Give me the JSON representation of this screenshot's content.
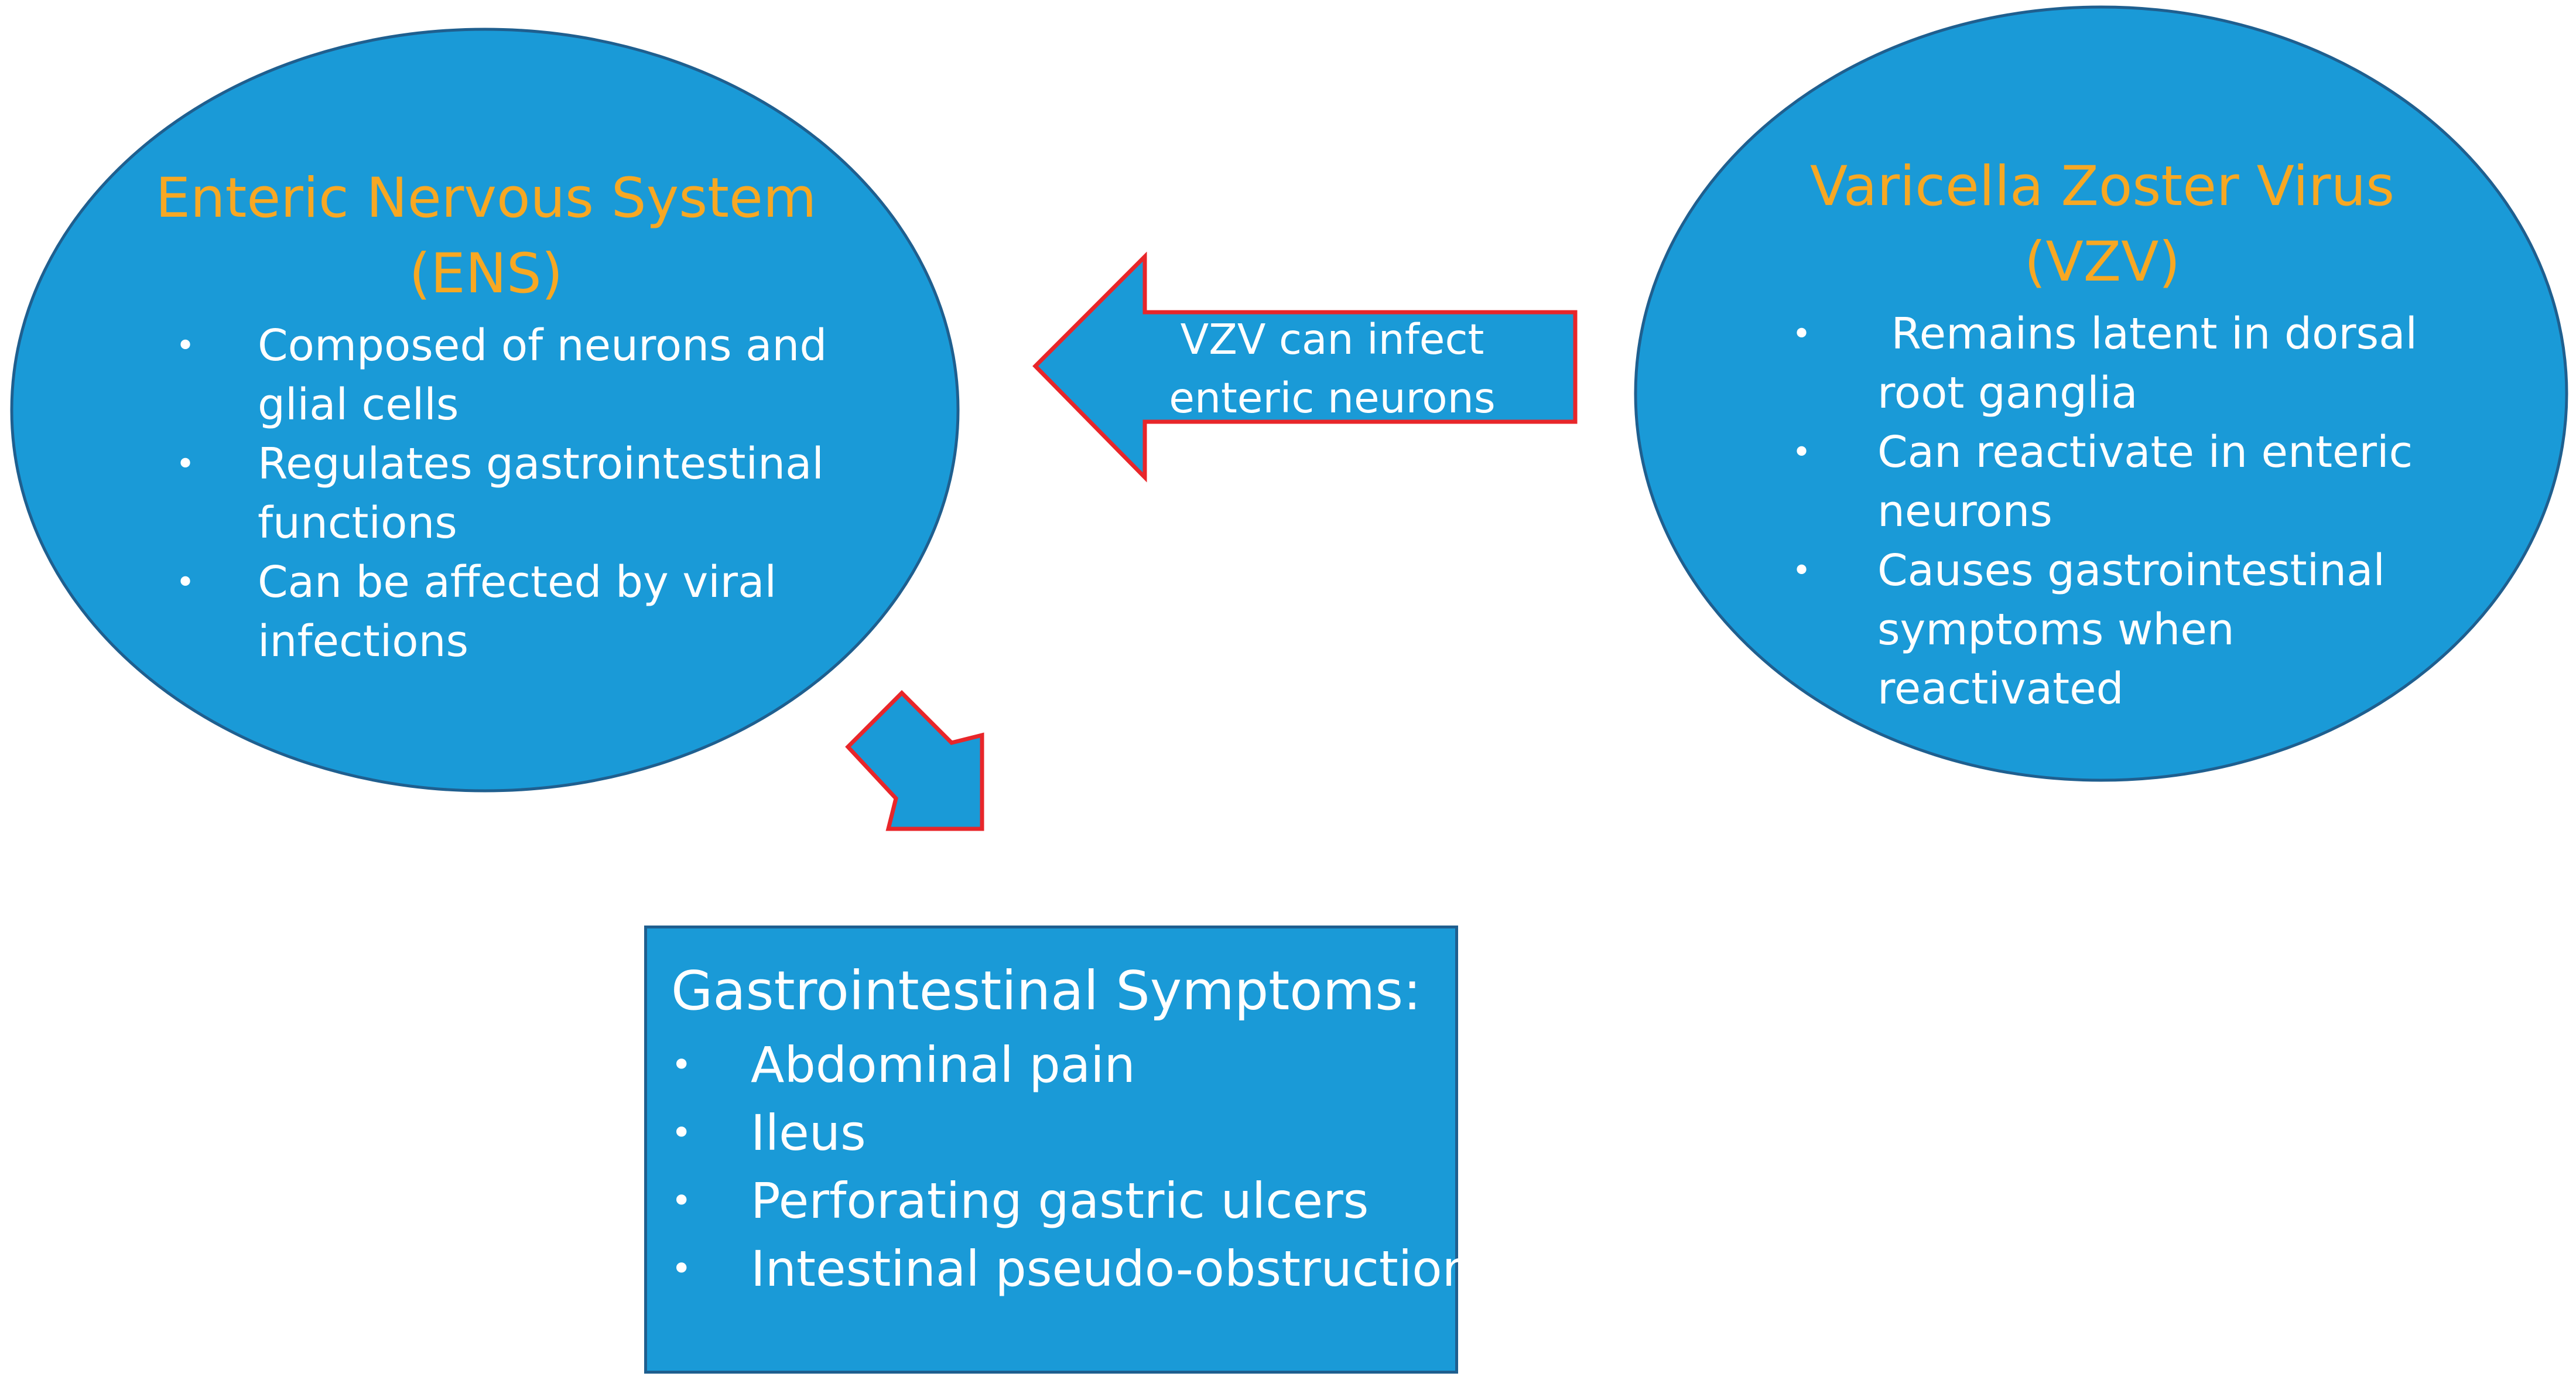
{
  "ens": {
    "title_line1": "Enteric Nervous System",
    "title_line2": "(ENS)",
    "bullets": [
      "Composed of neurons and",
      "glial cells",
      "Regulates gastrointestinal",
      "functions",
      "Can be affected by viral",
      "infections"
    ]
  },
  "vzv": {
    "title_line1": "Varicella Zoster Virus",
    "title_line2": "(VZV)",
    "bullets": [
      " Remains latent in dorsal",
      "root ganglia",
      "Can reactivate in enteric",
      "neurons",
      "Causes gastrointestinal",
      "symptoms when",
      "reactivated"
    ]
  },
  "arrow_label": {
    "line1": "VZV can infect",
    "line2": "enteric neurons"
  },
  "symptoms": {
    "heading": "Gastrointestinal Symptoms:",
    "items": [
      "Abdominal pain",
      "Ileus",
      "Perforating gastric ulcers",
      "Intestinal pseudo-obstruction"
    ]
  },
  "bullet_glyph": "•",
  "colors": {
    "shape_fill": "#1a9ad7",
    "shape_border": "#1f5f8f",
    "arrow_border": "#e8262a",
    "title_text": "#f7a823",
    "body_text": "#ffffff"
  }
}
